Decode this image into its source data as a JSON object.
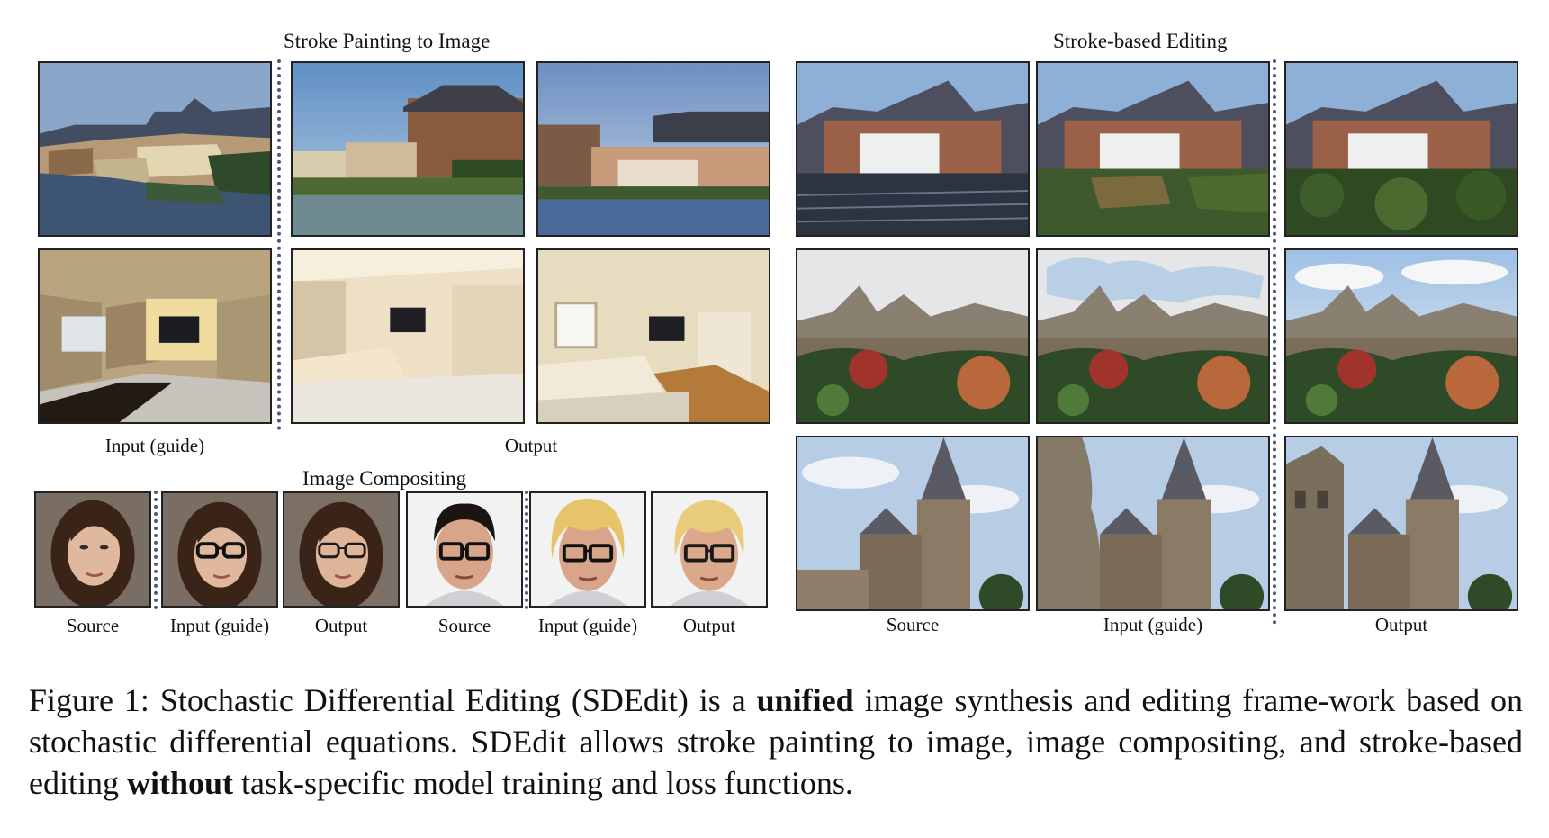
{
  "sections": {
    "stroke_painting": "Stroke Painting to Image",
    "stroke_editing": "Stroke-based Editing",
    "compositing": "Image Compositing"
  },
  "labels": {
    "input_guide": "Input (guide)",
    "output": "Output",
    "source": "Source"
  },
  "caption": {
    "part1": "Figure 1: Stochastic Differential Editing (SDEdit) is a ",
    "bold1": "unified",
    "part2": " image synthesis and editing frame-work based on stochastic differential equations.  SDEdit allows stroke painting to image, image compositing, and stroke-based editing ",
    "bold2": "without",
    "part3": " task-specific model training and loss functions."
  },
  "colors": {
    "divider": "#4a5a7a",
    "border": "#222222"
  }
}
